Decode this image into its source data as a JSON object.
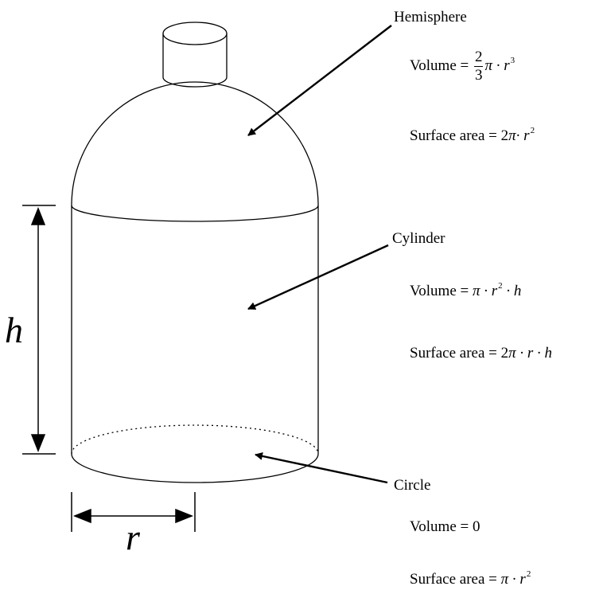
{
  "dimensions": {
    "height": "h",
    "radius": "r"
  },
  "hemisphere": {
    "title": "Hemisphere",
    "volume_prefix": "Volume = ",
    "volume_num": "2",
    "volume_den": "3",
    "volume_pi": "π",
    "volume_rest": " · r",
    "volume_exp": "3",
    "surface_prefix": "Surface area = 2",
    "surface_pi": "π",
    "surface_rest": "· r",
    "surface_exp": "2"
  },
  "cylinder": {
    "title": "Cylinder",
    "volume_prefix": "Volume = ",
    "volume_pi": "π",
    "volume_r": " · r",
    "volume_exp": "2",
    "volume_h": " · h",
    "surface_prefix": "Surface area = 2",
    "surface_pi": "π",
    "surface_rest": " · r · h"
  },
  "circle": {
    "title": "Circle",
    "volume_text": "Volume = 0",
    "surface_prefix": "Surface area = ",
    "surface_pi": "π",
    "surface_rest": " · r",
    "surface_exp": "2"
  }
}
